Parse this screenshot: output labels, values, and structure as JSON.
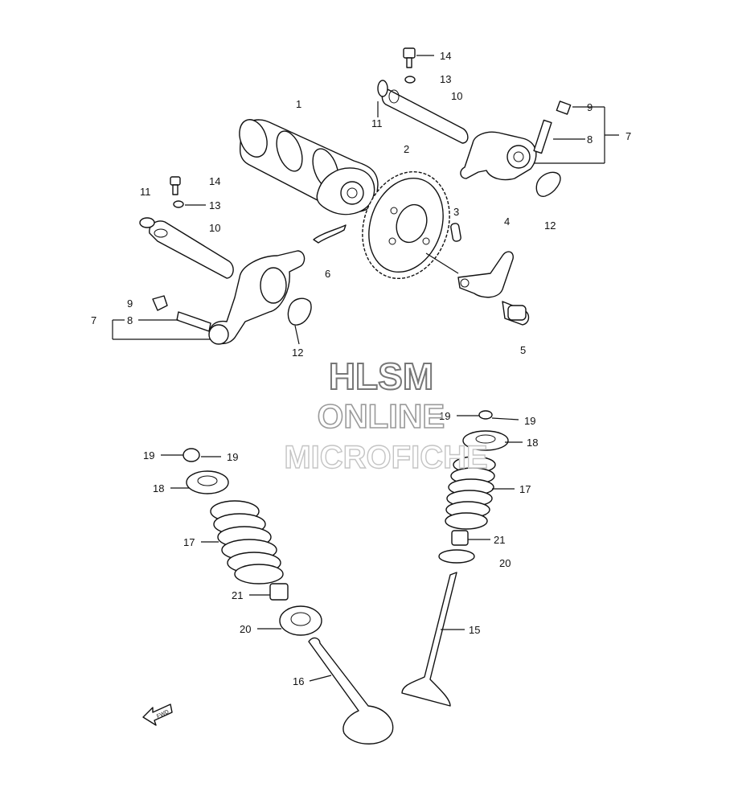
{
  "watermark": {
    "line1": "HLSM",
    "line2": "ONLINE",
    "line3": "MICROFICHE"
  },
  "callouts": [
    {
      "id": "c1",
      "text": "1"
    },
    {
      "id": "c2",
      "text": "2"
    },
    {
      "id": "c3",
      "text": "3"
    },
    {
      "id": "c4",
      "text": "4"
    },
    {
      "id": "c5",
      "text": "5"
    },
    {
      "id": "c6",
      "text": "6"
    },
    {
      "id": "c7a",
      "text": "7"
    },
    {
      "id": "c7b",
      "text": "7"
    },
    {
      "id": "c8a",
      "text": "8"
    },
    {
      "id": "c8b",
      "text": "8"
    },
    {
      "id": "c9a",
      "text": "9"
    },
    {
      "id": "c9b",
      "text": "9"
    },
    {
      "id": "c10a",
      "text": "10"
    },
    {
      "id": "c10b",
      "text": "10"
    },
    {
      "id": "c11a",
      "text": "11"
    },
    {
      "id": "c11b",
      "text": "11"
    },
    {
      "id": "c12a",
      "text": "12"
    },
    {
      "id": "c12b",
      "text": "12"
    },
    {
      "id": "c13a",
      "text": "13"
    },
    {
      "id": "c13b",
      "text": "13"
    },
    {
      "id": "c14a",
      "text": "14"
    },
    {
      "id": "c14b",
      "text": "14"
    },
    {
      "id": "c15",
      "text": "15"
    },
    {
      "id": "c16",
      "text": "16"
    },
    {
      "id": "c17a",
      "text": "17"
    },
    {
      "id": "c17b",
      "text": "17"
    },
    {
      "id": "c18a",
      "text": "18"
    },
    {
      "id": "c18b",
      "text": "18"
    },
    {
      "id": "c19a",
      "text": "19"
    },
    {
      "id": "c19b",
      "text": "19"
    },
    {
      "id": "c19c",
      "text": "19"
    },
    {
      "id": "c19d",
      "text": "19"
    },
    {
      "id": "c20a",
      "text": "20"
    },
    {
      "id": "c20b",
      "text": "20"
    },
    {
      "id": "c21a",
      "text": "21"
    },
    {
      "id": "c21b",
      "text": "21"
    }
  ],
  "fwd_label": "FWD",
  "colors": {
    "line": "#111111",
    "watermark_solid": "#888888",
    "watermark_outline": "#999999",
    "watermark_faint": "#bbbbbb"
  }
}
